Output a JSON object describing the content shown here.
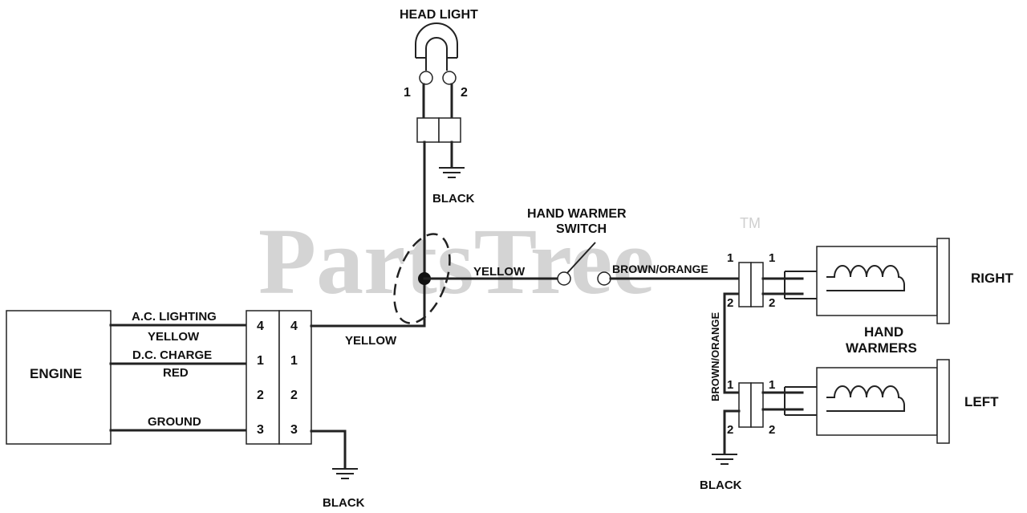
{
  "watermark": {
    "text": "PartsTree",
    "tm": "TM"
  },
  "labels": {
    "head_light": "HEAD LIGHT",
    "hl_pin1": "1",
    "hl_pin2": "2",
    "hl_black": "BLACK",
    "switch_l1": "HAND WARMER",
    "switch_l2": "SWITCH",
    "sw_yellow": "YELLOW",
    "sw_brown": "BROWN/ORANGE",
    "engine": "ENGINE",
    "ac_lighting": "A.C. LIGHTING",
    "yellow": "YELLOW",
    "dc_charge": "D.C. CHARGE",
    "red": "RED",
    "ground": "GROUND",
    "conn_yellow": "YELLOW",
    "eng_black": "BLACK",
    "conn_left_pins": [
      "4",
      "1",
      "2",
      "3"
    ],
    "conn_right_pins": [
      "4",
      "1",
      "2",
      "3"
    ],
    "vert_brown": "BROWN/ORANGE",
    "hw_black": "BLACK",
    "right": "RIGHT",
    "left": "LEFT",
    "hand": "HAND",
    "warmers": "WARMERS",
    "r_pin1_out": "1",
    "r_pin2_out": "2",
    "r_pin1_in": "1",
    "r_pin2_in": "2",
    "l_pin1_out": "1",
    "l_pin2_out": "2",
    "l_pin1_in": "1",
    "l_pin2_in": "2"
  }
}
